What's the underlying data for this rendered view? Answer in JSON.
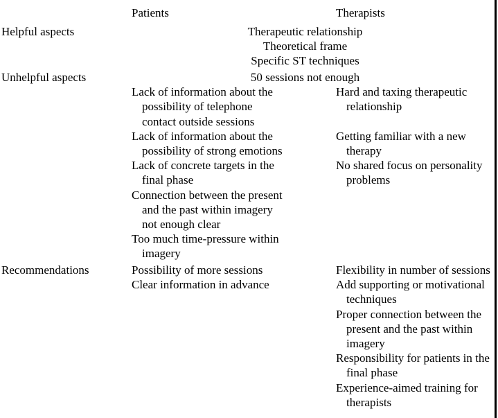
{
  "ink_color": "#000000",
  "table": {
    "columns": {
      "patients": "Patients",
      "therapists": "Therapists"
    },
    "sections": [
      {
        "label": "Helpful aspects",
        "span_items": [
          "Therapeutic relationship",
          "Theoretical frame",
          "Specific ST techniques"
        ]
      },
      {
        "label": "Unhelpful aspects",
        "span_items": [
          "50 sessions not enough"
        ],
        "pairs": [
          {
            "patients": [
              "Lack of information about the",
              "possibility of telephone",
              "contact outside sessions"
            ],
            "therapists": [
              "Hard and taxing therapeutic",
              "relationship"
            ]
          },
          {
            "patients": [
              "Lack of information about the",
              "possibility of strong emotions"
            ],
            "therapists": [
              "Getting familiar with a new",
              "therapy"
            ]
          },
          {
            "patients": [
              "Lack of concrete targets in the",
              "final phase"
            ],
            "therapists": [
              "No shared focus on personality",
              "problems"
            ]
          },
          {
            "patients": [
              "Connection between the present",
              "and the past within imagery",
              "not enough clear"
            ],
            "therapists": []
          },
          {
            "patients": [
              "Too much time-pressure within",
              "imagery"
            ],
            "therapists": []
          }
        ]
      },
      {
        "label": "Recommendations",
        "pairs": [
          {
            "patients": [
              "Possibility of more sessions"
            ],
            "therapists": [
              "Flexibility in number of sessions"
            ]
          },
          {
            "patients": [
              "Clear information in advance"
            ],
            "therapists": [
              "Add supporting or motivational",
              "techniques"
            ]
          },
          {
            "patients": [],
            "therapists": [
              "Proper connection between the",
              "present and the past within",
              "imagery"
            ]
          },
          {
            "patients": [],
            "therapists": [
              "Responsibility for patients in the",
              "final phase"
            ]
          },
          {
            "patients": [],
            "therapists": [
              "Experience-aimed training for",
              "therapists"
            ]
          }
        ]
      }
    ]
  }
}
